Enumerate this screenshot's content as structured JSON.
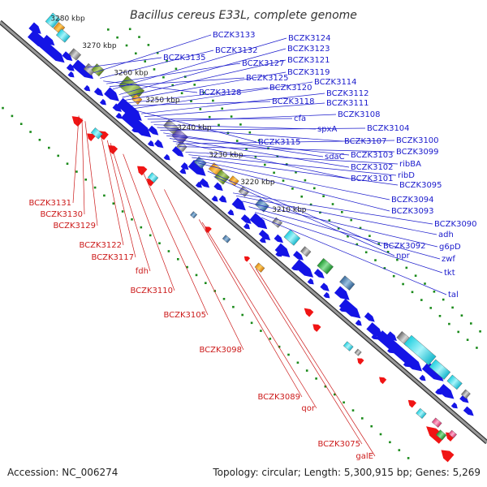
{
  "title": "Bacillus cereus E33L, complete genome",
  "footer": {
    "accession": "Accession: NC_006274",
    "summary": "Topology: circular; Length: 5,300,915 bp; Genes: 5,269"
  },
  "colors": {
    "forward_label": "#1a1acc",
    "reverse_label": "#cc1a1a",
    "forward_gene": "#1414e6",
    "reverse_gene": "#f01414",
    "backbone": "#666666",
    "dots": "#1a8a1a"
  },
  "ticks": [
    {
      "label": "3280 kbp",
      "pos": 0.0
    },
    {
      "label": "3270 kbp",
      "pos": 0.1
    },
    {
      "label": "3260 kbp",
      "pos": 0.2
    },
    {
      "label": "3250 kbp",
      "pos": 0.3
    },
    {
      "label": "3240 kbp",
      "pos": 0.4
    },
    {
      "label": "3230 kbp",
      "pos": 0.5
    },
    {
      "label": "3220 kbp",
      "pos": 0.6
    },
    {
      "label": "3210 kbp",
      "pos": 0.7
    }
  ],
  "forward_labels": [
    {
      "name": "BCZK3133",
      "pos": 0.16
    },
    {
      "name": "BCZK3124",
      "pos": 0.22
    },
    {
      "name": "BCZK3123",
      "pos": 0.24
    },
    {
      "name": "BCZK3135",
      "pos": 0.14
    },
    {
      "name": "BCZK3132",
      "pos": 0.18
    },
    {
      "name": "BCZK3121",
      "pos": 0.25
    },
    {
      "name": "BCZK3127",
      "pos": 0.2
    },
    {
      "name": "BCZK3119",
      "pos": 0.26
    },
    {
      "name": "BCZK3125",
      "pos": 0.21
    },
    {
      "name": "BCZK3114",
      "pos": 0.29
    },
    {
      "name": "BCZK3120",
      "pos": 0.27
    },
    {
      "name": "BCZK3128",
      "pos": 0.19
    },
    {
      "name": "BCZK3112",
      "pos": 0.31
    },
    {
      "name": "BCZK3118",
      "pos": 0.28
    },
    {
      "name": "BCZK3111",
      "pos": 0.32
    },
    {
      "name": "BCZK3108",
      "pos": 0.34
    },
    {
      "name": "cfa",
      "pos": 0.33
    },
    {
      "name": "BCZK3104",
      "pos": 0.37
    },
    {
      "name": "spxA",
      "pos": 0.35
    },
    {
      "name": "BCZK3115",
      "pos": 0.3
    },
    {
      "name": "BCZK3107",
      "pos": 0.36
    },
    {
      "name": "BCZK3100",
      "pos": 0.42
    },
    {
      "name": "BCZK3099",
      "pos": 0.43
    },
    {
      "name": "sdaC",
      "pos": 0.38
    },
    {
      "name": "BCZK3103",
      "pos": 0.39
    },
    {
      "name": "ribBA",
      "pos": 0.45
    },
    {
      "name": "BCZK3102",
      "pos": 0.4
    },
    {
      "name": "ribD",
      "pos": 0.46
    },
    {
      "name": "BCZK3101",
      "pos": 0.41
    },
    {
      "name": "BCZK3095",
      "pos": 0.47
    },
    {
      "name": "BCZK3094",
      "pos": 0.48
    },
    {
      "name": "BCZK3093",
      "pos": 0.49
    },
    {
      "name": "BCZK3090",
      "pos": 0.6
    },
    {
      "name": "BCZK3092",
      "pos": 0.52
    },
    {
      "name": "adh",
      "pos": 0.61
    },
    {
      "name": "g6pD",
      "pos": 0.63
    },
    {
      "name": "npr",
      "pos": 0.54
    },
    {
      "name": "zwf",
      "pos": 0.65
    },
    {
      "name": "tkt",
      "pos": 0.67
    },
    {
      "name": "tal",
      "pos": 0.69
    }
  ],
  "reverse_labels": [
    {
      "name": "BCZK3131",
      "pos": 0.2
    },
    {
      "name": "BCZK3130",
      "pos": 0.21
    },
    {
      "name": "BCZK3129",
      "pos": 0.22
    },
    {
      "name": "BCZK3122",
      "pos": 0.27
    },
    {
      "name": "BCZK3117",
      "pos": 0.29
    },
    {
      "name": "fdh",
      "pos": 0.3
    },
    {
      "name": "BCZK3110",
      "pos": 0.34
    },
    {
      "name": "BCZK3105",
      "pos": 0.4
    },
    {
      "name": "BCZK3098",
      "pos": 0.47
    },
    {
      "name": "BCZK3089",
      "pos": 0.58
    },
    {
      "name": "qor",
      "pos": 0.59
    },
    {
      "name": "BCZK3075",
      "pos": 0.74
    },
    {
      "name": "galE",
      "pos": 0.76
    }
  ]
}
